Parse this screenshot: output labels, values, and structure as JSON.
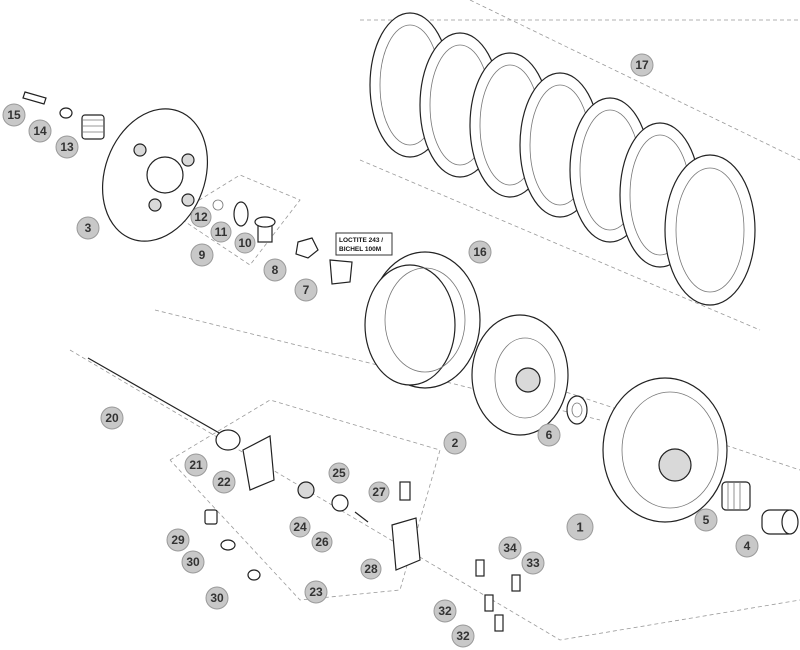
{
  "callouts": [
    "1",
    "2",
    "3",
    "4",
    "5",
    "6",
    "7",
    "8",
    "9",
    "10",
    "11",
    "12",
    "13",
    "14",
    "15",
    "16",
    "17",
    "20",
    "21",
    "22",
    "23",
    "24",
    "25",
    "26",
    "27",
    "28",
    "29",
    "30",
    "30",
    "32",
    "32",
    "33",
    "34"
  ],
  "note": {
    "line1": "LOCTITE 243 /",
    "line2": "BICHEL 100M"
  }
}
